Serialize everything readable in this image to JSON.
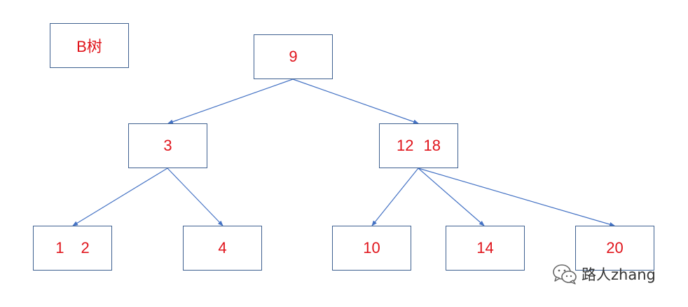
{
  "title_box": {
    "label": "B树"
  },
  "tree": {
    "root": {
      "keys": [
        "9"
      ]
    },
    "level1": [
      {
        "keys": [
          "3"
        ]
      },
      {
        "keys": [
          "12",
          "18"
        ]
      }
    ],
    "level2": [
      {
        "keys": [
          "1",
          "2"
        ]
      },
      {
        "keys": [
          "4"
        ]
      },
      {
        "keys": [
          "10"
        ]
      },
      {
        "keys": [
          "14"
        ]
      },
      {
        "keys": [
          "20"
        ]
      }
    ]
  },
  "watermark": {
    "text": "路人zhang",
    "icon": "wechat-icon"
  },
  "colors": {
    "key_text": "#e0141b",
    "box_border": "#3d5f8f",
    "edge": "#4472c4"
  }
}
